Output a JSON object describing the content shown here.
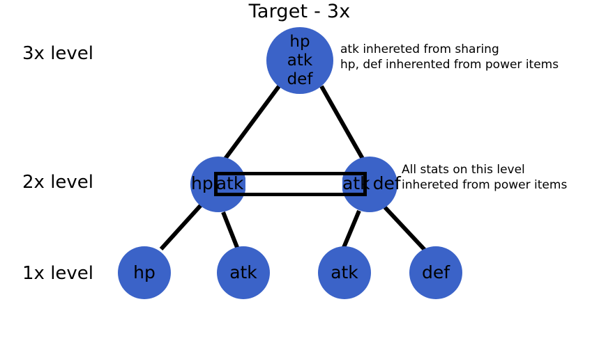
{
  "diagram": {
    "title": "Target - 3x",
    "levels": [
      {
        "id": "3x",
        "label": "3x level"
      },
      {
        "id": "2x",
        "label": "2x level"
      },
      {
        "id": "1x",
        "label": "1x level"
      }
    ],
    "notes": {
      "level3x": {
        "line1": "atk inhereted from sharing",
        "line2": "hp, def inherented from power items"
      },
      "level2x": {
        "line1": "All stats on this level",
        "line2": "inhereted from power items"
      }
    },
    "nodes": {
      "top": {
        "stats": [
          "hp",
          "atk",
          "def"
        ]
      },
      "mid_left": {
        "stat_plain": "hp",
        "stat_boxed": "atk"
      },
      "mid_right": {
        "stat_boxed": "atk",
        "stat_plain": "def"
      },
      "bottom": [
        {
          "stat": "hp"
        },
        {
          "stat": "atk"
        },
        {
          "stat": "atk"
        },
        {
          "stat": "def"
        }
      ]
    },
    "colors": {
      "node_fill": "#3b63c8",
      "edge": "#000000",
      "text": "#000000",
      "background": "#ffffff"
    }
  }
}
